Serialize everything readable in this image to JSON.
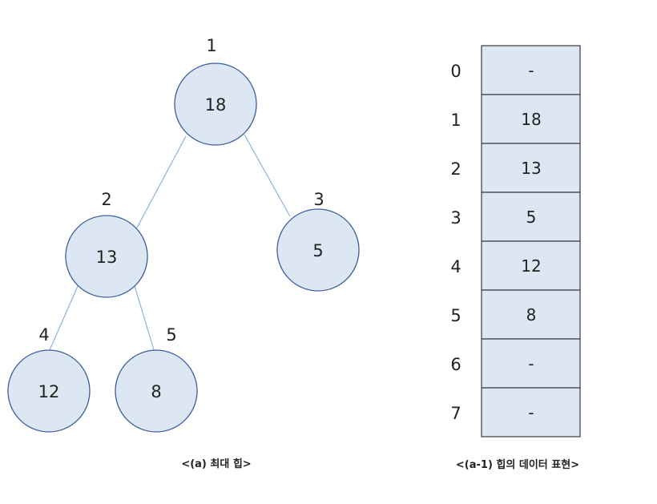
{
  "tree": {
    "caption": "<(a) 최대 힙>",
    "nodes": [
      {
        "index": "1",
        "value": "18"
      },
      {
        "index": "2",
        "value": "13"
      },
      {
        "index": "3",
        "value": "5"
      },
      {
        "index": "4",
        "value": "12"
      },
      {
        "index": "5",
        "value": "8"
      }
    ],
    "edges": [
      [
        "1",
        "2"
      ],
      [
        "1",
        "3"
      ],
      [
        "2",
        "4"
      ],
      [
        "2",
        "5"
      ]
    ]
  },
  "array": {
    "caption": "<(a-1) 힙의 데이터 표현>",
    "rows": [
      {
        "index": "0",
        "value": "-"
      },
      {
        "index": "1",
        "value": "18"
      },
      {
        "index": "2",
        "value": "13"
      },
      {
        "index": "3",
        "value": "5"
      },
      {
        "index": "4",
        "value": "12"
      },
      {
        "index": "5",
        "value": "8"
      },
      {
        "index": "6",
        "value": "-"
      },
      {
        "index": "7",
        "value": "-"
      }
    ]
  }
}
